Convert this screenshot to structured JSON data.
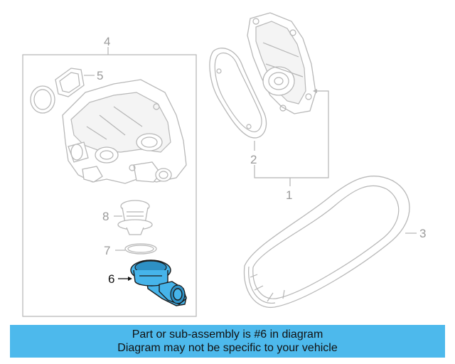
{
  "diagram": {
    "callouts": {
      "c1": "1",
      "c2": "2",
      "c3": "3",
      "c4": "4",
      "c5": "5",
      "c6": "6",
      "c7": "7",
      "c8": "8"
    },
    "highlighted_part": "6",
    "colors": {
      "highlight": "#46b4ea",
      "line": "#b5b5b5",
      "banner": "#4db9ec"
    }
  },
  "banner": {
    "line1": "Part or sub-assembly is #6 in diagram",
    "line2": "Diagram may not be specific to your vehicle"
  }
}
